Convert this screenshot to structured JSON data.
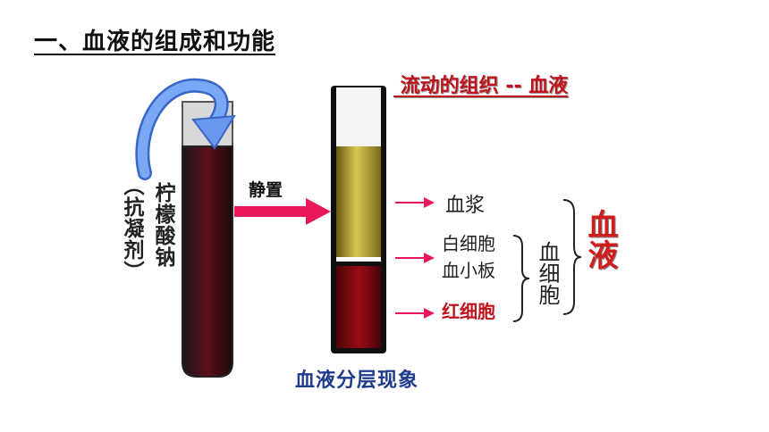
{
  "title": "一、血液的组成和功能",
  "subtitle": " 流动的组织 -- 血液",
  "left_tube": {
    "anticoagulant": "柠檬酸钠",
    "anticoagulant_note": "（抗凝剂）"
  },
  "process_label": "静置",
  "layers": {
    "plasma": "血浆",
    "wbc": "白细胞",
    "platelets": "血小板",
    "rbc": "红细胞"
  },
  "blood_cells": "血细胞",
  "blood": "血液",
  "caption": "血液分层现象",
  "colors": {
    "accent_red": "#c0141c",
    "plasma_yellow": "#c8b84a",
    "rbc_red": "#8a0a10",
    "arrow_magenta": "#e8185a",
    "caption_blue": "#1f3c8c",
    "curve_arrow_blue": "#5b8fe8"
  }
}
